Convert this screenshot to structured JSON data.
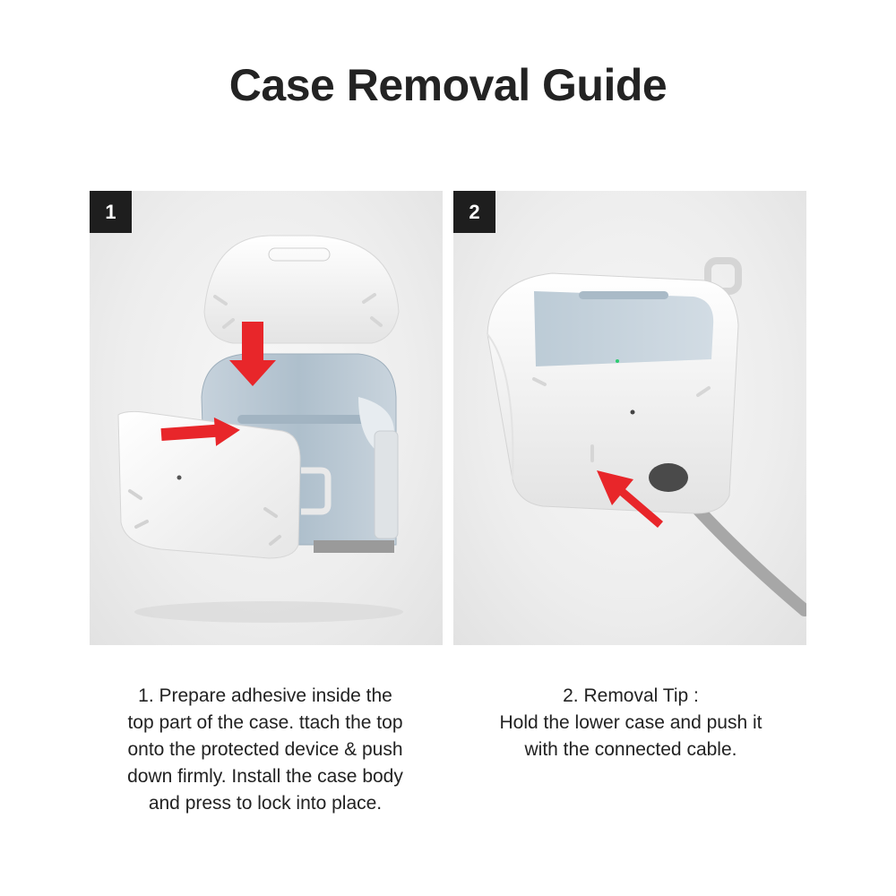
{
  "title": "Case Removal Guide",
  "steps": [
    {
      "number": "1",
      "caption_lines": [
        "1. Prepare adhesive inside the",
        "top part of the case. ttach the top",
        "onto the protected device & push",
        "down firmly. Install the case body",
        "and press to lock into place."
      ]
    },
    {
      "number": "2",
      "caption_lines": [
        "2. Removal Tip :",
        "Hold the lower case and push it",
        "with the connected cable."
      ]
    }
  ],
  "colors": {
    "arrow": "#e8262a",
    "badge": "#1e1e1e",
    "case_white": "#f6f6f6",
    "earbud_case_clear": "#b7c6d2",
    "cable": "#a7a7a7"
  }
}
